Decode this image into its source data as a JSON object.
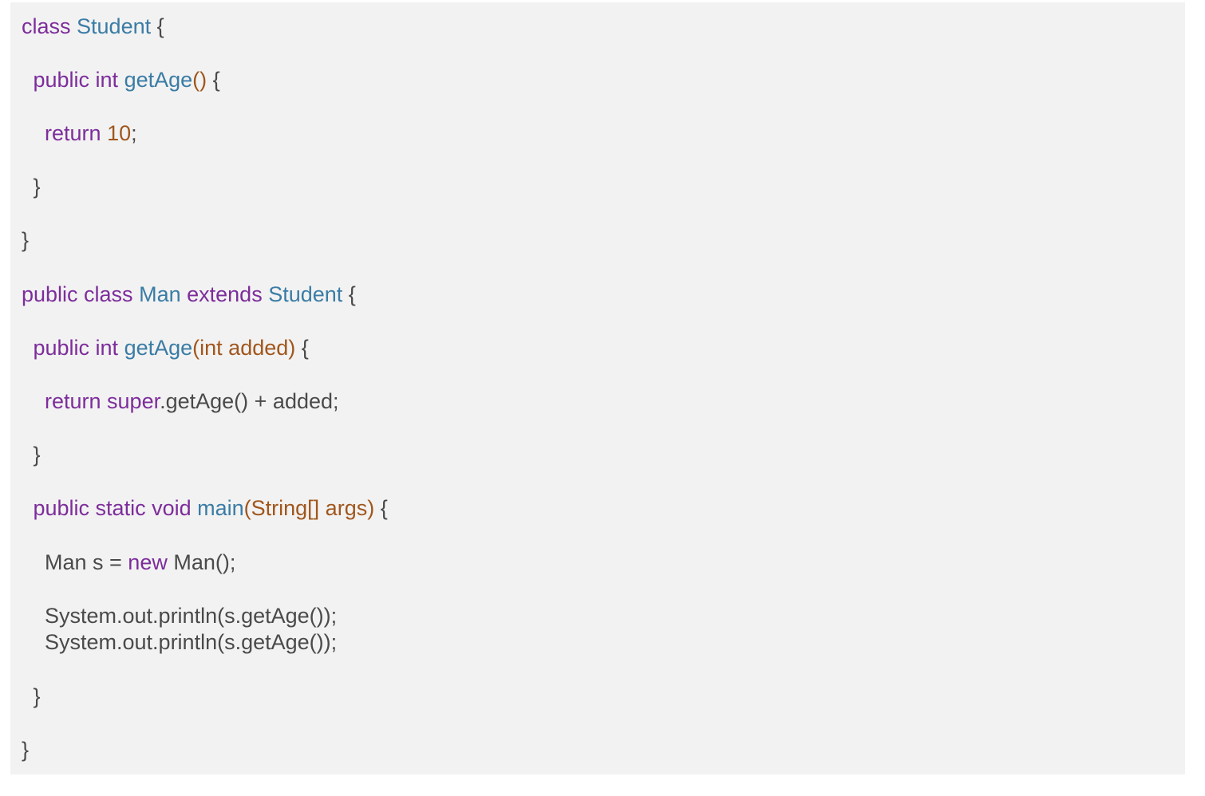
{
  "code": {
    "language": "java",
    "colors": {
      "background": "#f2f2f2",
      "keyword": "#7d2d9b",
      "type_name": "#3a7ca5",
      "param_literal": "#a0561c",
      "plain": "#4a4a4a"
    },
    "lines": [
      {
        "indent": 0,
        "tokens": [
          {
            "t": "class",
            "c": "kw"
          },
          {
            "t": " ",
            "c": "pl"
          },
          {
            "t": "Student",
            "c": "ty"
          },
          {
            "t": " {",
            "c": "pl"
          }
        ]
      },
      {
        "indent": 1,
        "tokens": [
          {
            "t": "public int",
            "c": "kw"
          },
          {
            "t": " ",
            "c": "pl"
          },
          {
            "t": "getAge",
            "c": "ty"
          },
          {
            "t": "()",
            "c": "pm"
          },
          {
            "t": " {",
            "c": "pl"
          }
        ]
      },
      {
        "indent": 2,
        "tokens": [
          {
            "t": "return",
            "c": "kw"
          },
          {
            "t": " ",
            "c": "pl"
          },
          {
            "t": "10",
            "c": "pm"
          },
          {
            "t": ";",
            "c": "pl"
          }
        ]
      },
      {
        "indent": 1,
        "tokens": [
          {
            "t": "}",
            "c": "pl"
          }
        ]
      },
      {
        "indent": 0,
        "tokens": [
          {
            "t": "}",
            "c": "pl"
          }
        ]
      },
      {
        "indent": 0,
        "tokens": [
          {
            "t": "public class",
            "c": "kw"
          },
          {
            "t": " ",
            "c": "pl"
          },
          {
            "t": "Man",
            "c": "ty"
          },
          {
            "t": " ",
            "c": "pl"
          },
          {
            "t": "extends",
            "c": "kw"
          },
          {
            "t": " ",
            "c": "pl"
          },
          {
            "t": "Student",
            "c": "ty"
          },
          {
            "t": " {",
            "c": "pl"
          }
        ]
      },
      {
        "indent": 1,
        "tokens": [
          {
            "t": "public int",
            "c": "kw"
          },
          {
            "t": " ",
            "c": "pl"
          },
          {
            "t": "getAge",
            "c": "ty"
          },
          {
            "t": "(int added)",
            "c": "pm"
          },
          {
            "t": " {",
            "c": "pl"
          }
        ]
      },
      {
        "indent": 2,
        "tokens": [
          {
            "t": "return super",
            "c": "kw"
          },
          {
            "t": ".getAge() + added;",
            "c": "pl"
          }
        ]
      },
      {
        "indent": 1,
        "tokens": [
          {
            "t": "}",
            "c": "pl"
          }
        ]
      },
      {
        "indent": 1,
        "tokens": [
          {
            "t": "public static void",
            "c": "kw"
          },
          {
            "t": " ",
            "c": "pl"
          },
          {
            "t": "main",
            "c": "ty"
          },
          {
            "t": "(String[] args)",
            "c": "pm"
          },
          {
            "t": " {",
            "c": "pl"
          }
        ]
      },
      {
        "indent": 2,
        "tokens": [
          {
            "t": "Man s = ",
            "c": "pl"
          },
          {
            "t": "new",
            "c": "kw"
          },
          {
            "t": " Man();",
            "c": "pl"
          }
        ]
      },
      {
        "indent": 2,
        "tokens": [
          {
            "t": "System.out.println(s.getAge());",
            "c": "pl"
          }
        ]
      },
      {
        "indent": 2,
        "tokens": [
          {
            "t": "System.out.println(s.getAge());",
            "c": "pl"
          }
        ]
      },
      {
        "indent": 1,
        "tokens": [
          {
            "t": "}",
            "c": "pl"
          }
        ]
      },
      {
        "indent": 0,
        "tokens": [
          {
            "t": "}",
            "c": "pl"
          }
        ]
      }
    ]
  }
}
